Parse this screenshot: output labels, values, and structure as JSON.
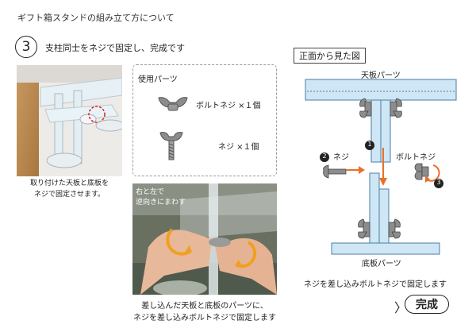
{
  "header": {
    "title": "ギフト箱スタンドの組み立て方について",
    "step_number": "3",
    "step_text": "支柱同士をネジで固定し、完成です"
  },
  "photo1": {
    "caption_line1": "取り付けた天板と底板を",
    "caption_line2": "ネジで固定させます。"
  },
  "parts": {
    "title": "使用パーツ",
    "bolt_label": "ボルトネジ ×１個",
    "screw_label": "ネジ ×１個"
  },
  "photo2": {
    "overlay_line1": "右と左で",
    "overlay_line2": "逆向きにまわす",
    "caption_line1": "差し込んだ天板と底板のパーツに、",
    "caption_line2": "ネジを差し込みボルトネジで固定します"
  },
  "diagram": {
    "header": "正面から見た図",
    "top_label": "天板パーツ",
    "bottom_label": "底板パーツ",
    "screw_label": "ネジ",
    "bolt_label": "ボルトネジ",
    "num1": "1",
    "num2": "2",
    "num3": "3",
    "caption": "ネジを差し込みボルトネジで固定します"
  },
  "footer": {
    "chevron": "〉",
    "complete_label": "完成"
  },
  "colors": {
    "panel_blue": "#cfe6f5",
    "panel_stroke": "#4a7ea6",
    "arrow_orange": "#e8702a"
  }
}
